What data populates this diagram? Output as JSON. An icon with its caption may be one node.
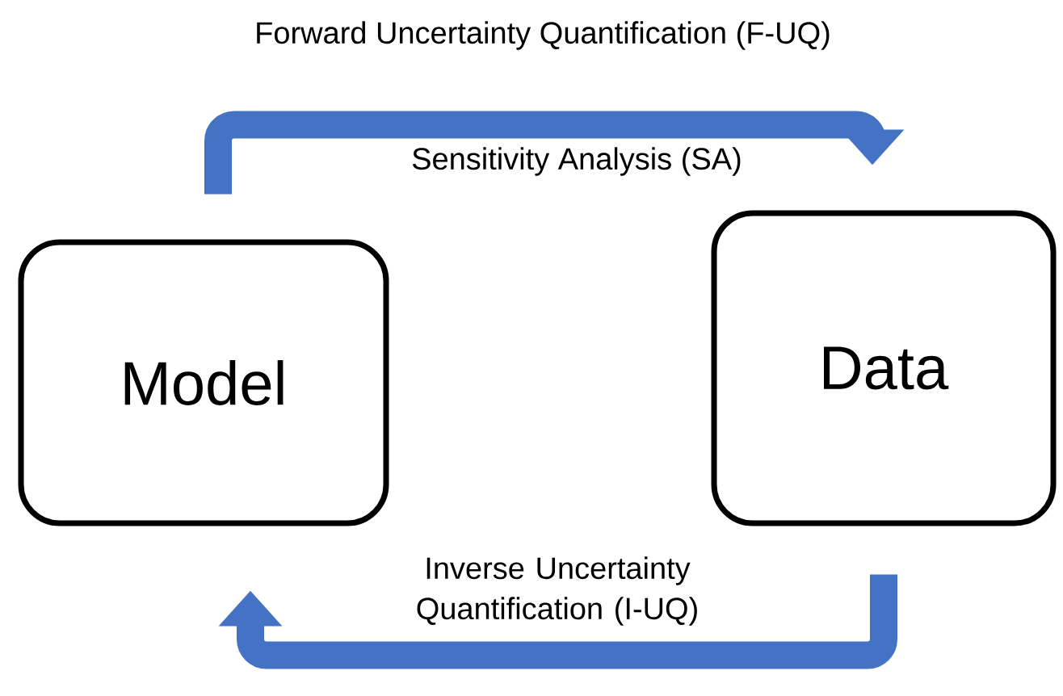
{
  "diagram": {
    "nodes": [
      {
        "text": [
          "Model"
        ]
      },
      {
        "text": [
          "Data"
        ]
      }
    ],
    "edges": [
      {
        "from": 0,
        "to": 1,
        "arrow": "to",
        "label": "Forward Uncertainty Quantification (F-UQ)"
      },
      {
        "from": 1,
        "to": 0,
        "arrow": "to",
        "label": "Inverse Uncertainty Quantification (I-UQ)"
      }
    ],
    "labels": [
      "Sensitivity Analysis (SA)"
    ]
  }
}
